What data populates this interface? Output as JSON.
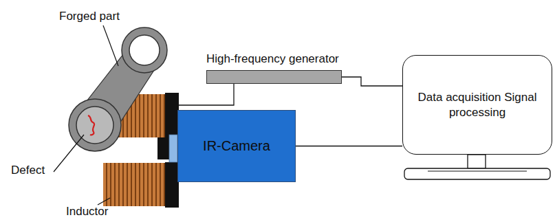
{
  "diagram": {
    "nodes": [
      {
        "text": [
          "High-frequency generator"
        ]
      },
      {
        "text": [
          "IR-Camera"
        ]
      },
      {
        "text": [
          "Data acquisition Signal processing"
        ]
      }
    ],
    "edges": [
      {
        "from": 0,
        "to": 2,
        "arrow": "none"
      },
      {
        "from": 1,
        "to": 2,
        "arrow": "none"
      }
    ],
    "labels": [
      "Forged part",
      "Defect",
      "Inductor"
    ]
  }
}
